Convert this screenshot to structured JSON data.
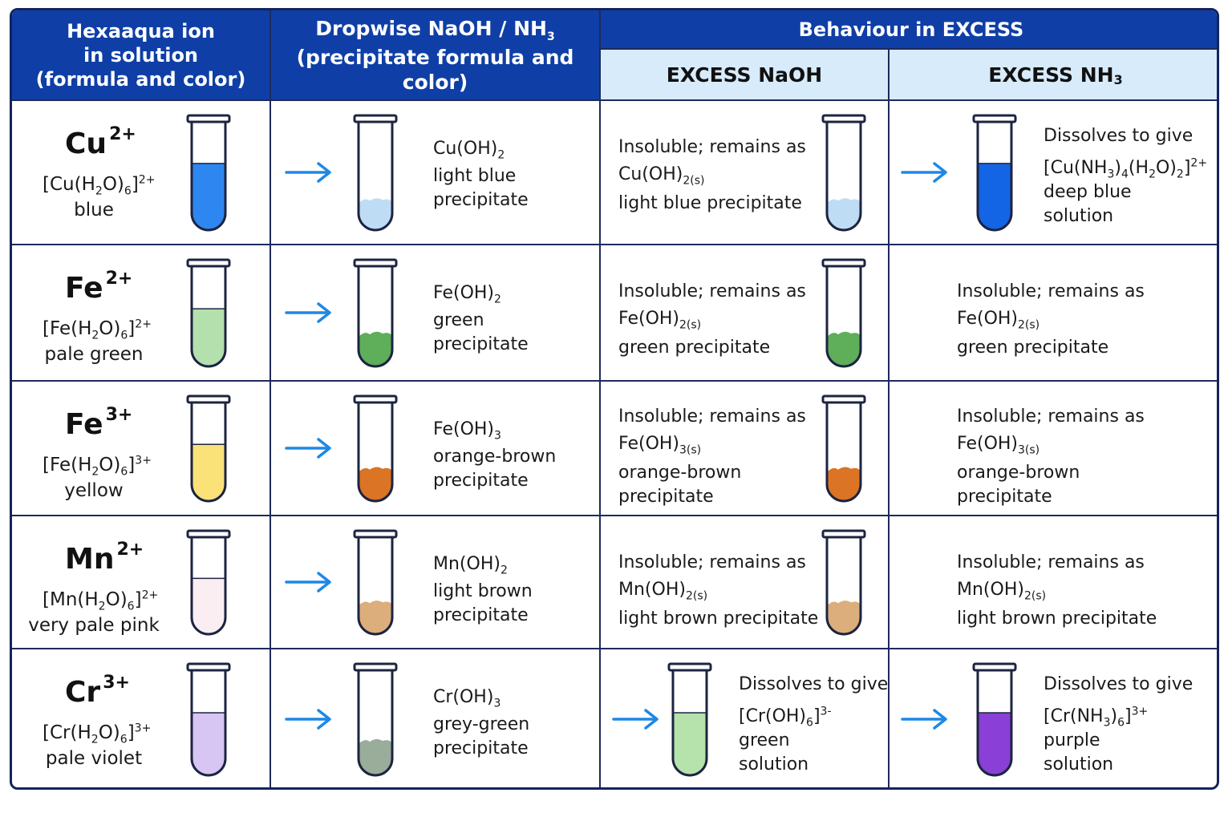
{
  "header": {
    "col1": [
      "Hexaaqua ion",
      "in solution",
      "(formula and color)"
    ],
    "col2_line1": "Dropwise NaOH / NH",
    "col2_line1_sub": "3",
    "col2_line2": "(precipitate formula and color)",
    "group": "Behaviour in EXCESS",
    "col3": "EXCESS NaOH",
    "col4": "EXCESS NH",
    "col4_sub": "3"
  },
  "colors": {
    "header_dark": "#0f3fa6",
    "header_light": "#d7ebfb",
    "arrow": "#1e88e5",
    "border": "#1e2a5c"
  },
  "rows": [
    {
      "ion": "Cu",
      "charge": "2+",
      "aqua": [
        "[Cu(H",
        "2",
        "O)",
        "6",
        "]",
        "2+"
      ],
      "aqua_color": "blue",
      "sol_color": "#2e86f0",
      "sol_level": 0.62,
      "ppt_formula": [
        "Cu(OH)",
        "2"
      ],
      "ppt_color_name": "light blue",
      "ppt_word": "precipitate",
      "ppt_color": "#bfdcf5",
      "ppt_level": 0.28,
      "naoh": {
        "kind": "insoluble",
        "line1": "Insoluble; remains as",
        "formula": [
          "Cu(OH)",
          "2(s)"
        ],
        "line3": "light blue precipitate",
        "line4": "",
        "tube_color": "#bfdcf5",
        "tube_level": 0.28
      },
      "nh3": {
        "kind": "dissolves",
        "line1": "Dissolves to give",
        "formula": [
          "[Cu(NH",
          "3",
          ")",
          "4",
          "(H",
          "2",
          "O)",
          "2",
          "]",
          "2+"
        ],
        "line3": "deep blue",
        "line4": "solution",
        "tube_color": "#1464e6",
        "tube_level": 0.62
      }
    },
    {
      "ion": "Fe",
      "charge": "2+",
      "aqua": [
        "[Fe(H",
        "2",
        "O)",
        "6",
        "]",
        "2+"
      ],
      "aqua_color": "pale green",
      "sol_color": "#b3e0ad",
      "sol_level": 0.58,
      "ppt_formula": [
        "Fe(OH)",
        "2"
      ],
      "ppt_color_name": "green",
      "ppt_word": "precipitate",
      "ppt_color": "#5fae5a",
      "ppt_level": 0.33,
      "naoh": {
        "kind": "insoluble",
        "line1": "Insoluble; remains as",
        "formula": [
          "Fe(OH)",
          "2(s)"
        ],
        "line3": "green precipitate",
        "line4": "",
        "tube_color": "#5fae5a",
        "tube_level": 0.33
      },
      "nh3": {
        "kind": "insoluble",
        "line1": "Insoluble; remains as",
        "formula": [
          "Fe(OH)",
          "2(s)"
        ],
        "line3": "green precipitate",
        "line4": "",
        "tube_color": "",
        "tube_level": 0
      }
    },
    {
      "ion": "Fe",
      "charge": "3+",
      "aqua": [
        "[Fe(H",
        "2",
        "O)",
        "6",
        "]",
        "3+"
      ],
      "aqua_color": "yellow",
      "sol_color": "#fae278",
      "sol_level": 0.58,
      "ppt_formula": [
        "Fe(OH)",
        "3"
      ],
      "ppt_color_name": "orange-brown",
      "ppt_word": "precipitate",
      "ppt_color": "#db7424",
      "ppt_level": 0.33,
      "naoh": {
        "kind": "insoluble",
        "line1": "Insoluble; remains as",
        "formula": [
          "Fe(OH)",
          "3(s)"
        ],
        "line3": "orange-brown",
        "line4": "precipitate",
        "tube_color": "#db7424",
        "tube_level": 0.33
      },
      "nh3": {
        "kind": "insoluble",
        "line1": "Insoluble; remains as",
        "formula": [
          "Fe(OH)",
          "3(s)"
        ],
        "line3": "orange-brown",
        "line4": "precipitate",
        "tube_color": "",
        "tube_level": 0
      }
    },
    {
      "ion": "Mn",
      "charge": "2+",
      "aqua": [
        "[Mn(H",
        "2",
        "O)",
        "6",
        "]",
        "2+"
      ],
      "aqua_color": "very pale pink",
      "sol_color": "#fbeef2",
      "sol_level": 0.58,
      "ppt_formula": [
        "Mn(OH)",
        "2"
      ],
      "ppt_color_name": "light brown",
      "ppt_word": "precipitate",
      "ppt_color": "#dcae7c",
      "ppt_level": 0.33,
      "naoh": {
        "kind": "insoluble",
        "line1": "Insoluble; remains as",
        "formula": [
          "Mn(OH)",
          "2(s)"
        ],
        "line3": "light brown precipitate",
        "line4": "",
        "tube_color": "#dcae7c",
        "tube_level": 0.33
      },
      "nh3": {
        "kind": "insoluble",
        "line1": "Insoluble; remains as",
        "formula": [
          "Mn(OH)",
          "2(s)"
        ],
        "line3": "light brown precipitate",
        "line4": "",
        "tube_color": "",
        "tube_level": 0
      }
    },
    {
      "ion": "Cr",
      "charge": "3+",
      "aqua": [
        "[Cr(H",
        "2",
        "O)",
        "6",
        "]",
        "3+"
      ],
      "aqua_color": "pale violet",
      "sol_color": "#d7c5f4",
      "sol_level": 0.6,
      "ppt_formula": [
        "Cr(OH)",
        "3"
      ],
      "ppt_color_name": "grey-green",
      "ppt_word": "precipitate",
      "ppt_color": "#9aac9a",
      "ppt_level": 0.33,
      "naoh": {
        "kind": "dissolves",
        "line1": "Dissolves to give",
        "formula": [
          "[Cr(OH)",
          "6",
          "]",
          "3-"
        ],
        "line3": "green",
        "line4": "solution",
        "tube_color": "#b5e3ab",
        "tube_level": 0.6
      },
      "nh3": {
        "kind": "dissolves",
        "line1": "Dissolves to give",
        "formula": [
          "[Cr(NH",
          "3",
          ")",
          "6",
          "]",
          "3+"
        ],
        "line3": "purple",
        "line4": "solution",
        "tube_color": "#8a3fd6",
        "tube_level": 0.6
      }
    }
  ]
}
